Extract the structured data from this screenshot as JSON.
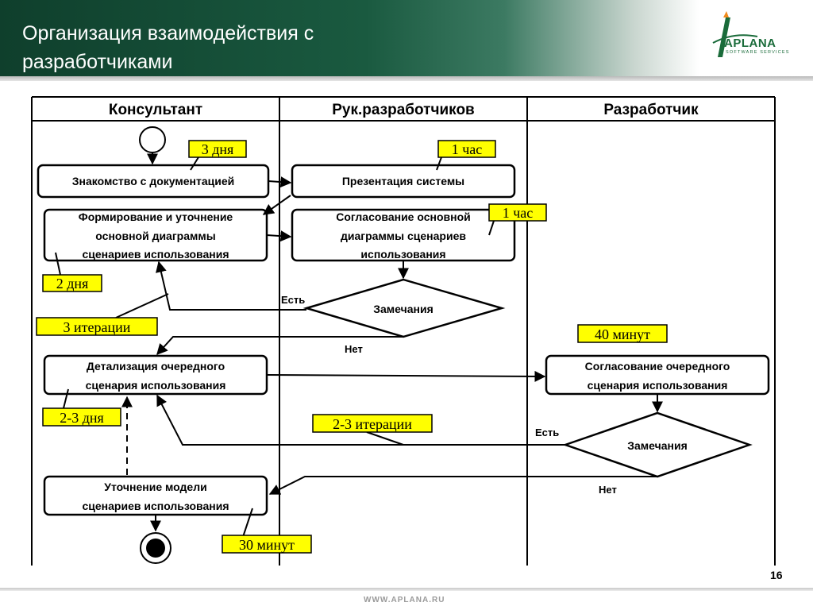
{
  "slide": {
    "title_line1": "Организация взаимодействия с",
    "title_line2": "разработчиками",
    "logo": "APLANA",
    "logo_sub": "SOFTWARE SERVICES",
    "page_number": "16",
    "website": "WWW.APLANA.RU"
  },
  "lanes": [
    "Консультант",
    "Рук.разработчиков",
    "Разработчик"
  ],
  "nodes": {
    "doc_review": [
      "Знакомство с документацией"
    ],
    "system_presentation": [
      "Презентация системы"
    ],
    "form_diagram": [
      "Формирование и уточнение",
      "основной диаграммы",
      "сценариев использования"
    ],
    "agree_diagram": [
      "Согласование основной",
      "диаграммы сценариев",
      "использования"
    ],
    "remarks_1": [
      "Замечания"
    ],
    "detail_scenario": [
      "Детализация очередного",
      "сценария использования"
    ],
    "agree_scenario": [
      "Согласование очередного",
      "сценария использования"
    ],
    "remarks_2": [
      "Замечания"
    ],
    "refine_model": [
      "Уточнение модели",
      "сценариев использования"
    ]
  },
  "labels": {
    "yes_1": "Есть",
    "no_1": "Нет",
    "yes_2": "Есть",
    "no_2": "Нет"
  },
  "time_notes": {
    "t_3days": "3 дня",
    "t_1hour_a": "1 час",
    "t_1hour_b": "1 час",
    "t_2days": "2 дня",
    "t_3iter": "3 итерации",
    "t_40min": "40 минут",
    "t_23days": "2-3 дня",
    "t_23iter": "2-3 итерации",
    "t_30min": "30 минут"
  },
  "colors": {
    "note_fill": "#ffff00",
    "header_green": "#1a5a40"
  }
}
